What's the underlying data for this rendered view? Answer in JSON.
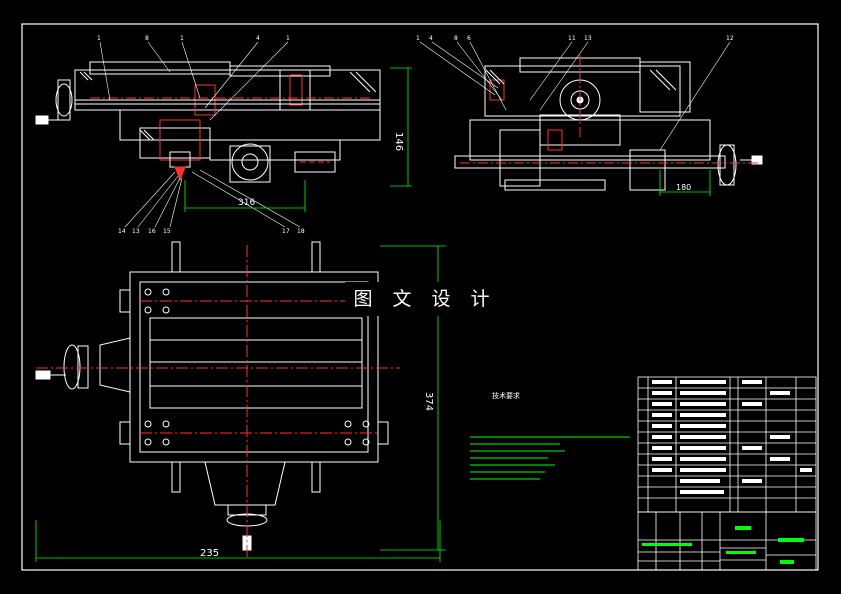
{
  "watermark": "图 文 设 计",
  "dimensions": {
    "top_left_height": "146",
    "top_left_width": "316",
    "top_right_width": "180",
    "plan_height": "374",
    "plan_width": "235"
  },
  "balloons": {
    "top_left": [
      "1",
      "8",
      "1",
      "4",
      "1"
    ],
    "top_left_bottom": [
      "14",
      "13",
      "16",
      "15",
      "17",
      "18"
    ],
    "top_right": [
      "1",
      "4",
      "8",
      "6",
      "11",
      "13",
      "12"
    ]
  },
  "tech_req_title": "技术要求",
  "colors": {
    "background": "#000000",
    "outline": "#ffffff",
    "dimension": "#00ff00",
    "centerline": "#ff3030",
    "hidden": "#ffff00",
    "frame": "#ffffff",
    "text": "#ffffff"
  }
}
